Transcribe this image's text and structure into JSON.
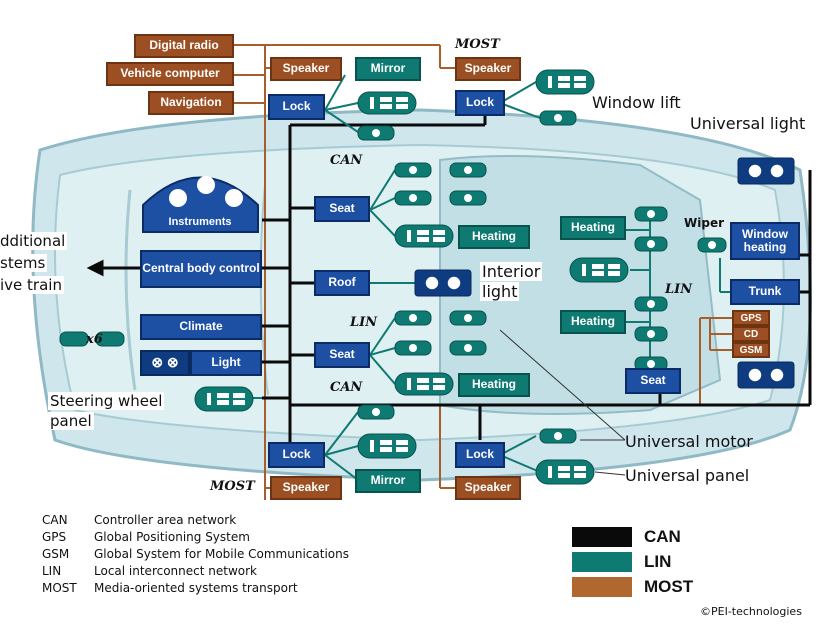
{
  "diagram": {
    "most_units": {
      "digital_radio": "Digital radio",
      "vehicle_computer": "Vehicle computer",
      "navigation": "Navigation",
      "speaker_front_left": "Speaker",
      "speaker_front_right": "Speaker",
      "speaker_rear_left": "Speaker",
      "speaker_rear_right": "Speaker",
      "gps": "GPS",
      "cd": "CD",
      "gsm": "GSM"
    },
    "can_units": {
      "lock_front_left": "Lock",
      "lock_front_right": "Lock",
      "lock_rear_left": "Lock",
      "lock_rear_right": "Lock",
      "instruments": "Instruments",
      "central_body_control": "Central body control",
      "climate": "Climate",
      "light": "Light",
      "seat_front": "Seat",
      "roof": "Roof",
      "seat_rear": "Seat",
      "seat_right": "Seat",
      "window_heating": "Window heating",
      "trunk": "Trunk"
    },
    "lin_units": {
      "mirror_front": "Mirror",
      "mirror_rear": "Mirror",
      "heating_front": "Heating",
      "heating_rear": "Heating",
      "heating_right_top": "Heating",
      "heating_right_mid": "Heating",
      "wiper": "Wiper"
    },
    "bus_labels": {
      "most_top": "MOST",
      "most_bottom": "MOST",
      "can_top": "CAN",
      "can_mid": "CAN",
      "lin_mid": "LIN",
      "lin_right": "LIN"
    },
    "callouts": {
      "window_lift": "Window lift",
      "universal_light": "Universal light",
      "interior_light_1": "Interior",
      "interior_light_2": "light",
      "universal_motor": "Universal motor",
      "universal_panel": "Universal panel",
      "steering_1": "Steering wheel",
      "steering_2": "panel",
      "additional_1": "dditional",
      "additional_2": "stems",
      "additional_3": "ive train",
      "x6": "x6"
    }
  },
  "legend": [
    {
      "abbr": "CAN",
      "text": "Controller area network"
    },
    {
      "abbr": "GPS",
      "text": "Global Positioning System"
    },
    {
      "abbr": "GSM",
      "text": "Global System for Mobile Communications"
    },
    {
      "abbr": "LIN",
      "text": "Local interconnect network"
    },
    {
      "abbr": "MOST",
      "text": "Media-oriented systems transport"
    }
  ],
  "color_key": [
    {
      "label": "CAN",
      "color": "#0a0a0a"
    },
    {
      "label": "LIN",
      "color": "#0e7a72"
    },
    {
      "label": "MOST",
      "color": "#b0682e"
    }
  ],
  "credit": "©PEI-technologies"
}
